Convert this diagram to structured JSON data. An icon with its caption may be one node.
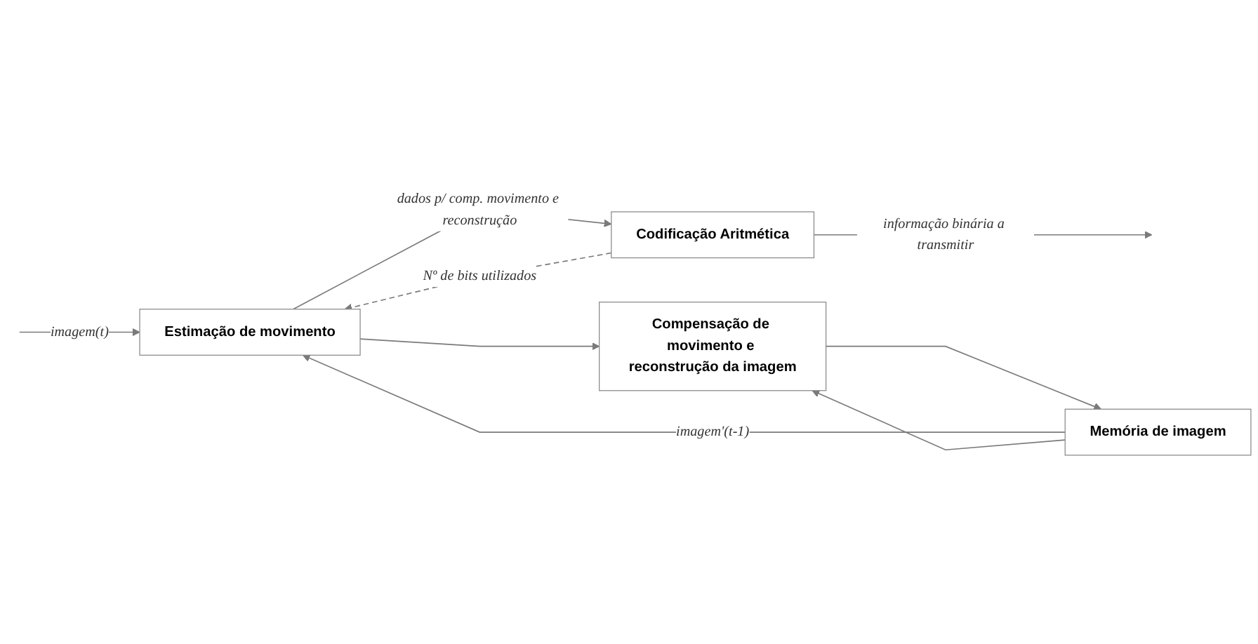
{
  "diagram": {
    "nodes": [
      {
        "text": [
          "Estimação de movimento"
        ]
      },
      {
        "text": [
          "Codificação Aritmética"
        ]
      },
      {
        "text": [
          "Compensação de movimento e reconstrução da imagem"
        ]
      },
      {
        "text": [
          "Memória de imagem"
        ]
      }
    ],
    "edges": [
      {
        "from": null,
        "to": 0,
        "arrow": "to",
        "label": "imagem(t)"
      },
      {
        "from": 0,
        "to": 1,
        "arrow": "to",
        "label": "dados p/ comp. movimento e reconstrução"
      },
      {
        "from": 0,
        "to": 2,
        "arrow": "to"
      },
      {
        "from": 1,
        "to": null,
        "arrow": "to",
        "label": "informação binária a transmitir"
      },
      {
        "from": 1,
        "to": 0,
        "arrow": "to",
        "label": "Nº de bits utilizados",
        "style": "dashed"
      },
      {
        "from": 2,
        "to": 3,
        "arrow": "to"
      },
      {
        "from": 3,
        "to": 0,
        "arrow": "to",
        "label": "imagem'(t-1)"
      },
      {
        "from": 3,
        "to": 2,
        "arrow": "to"
      }
    ]
  }
}
